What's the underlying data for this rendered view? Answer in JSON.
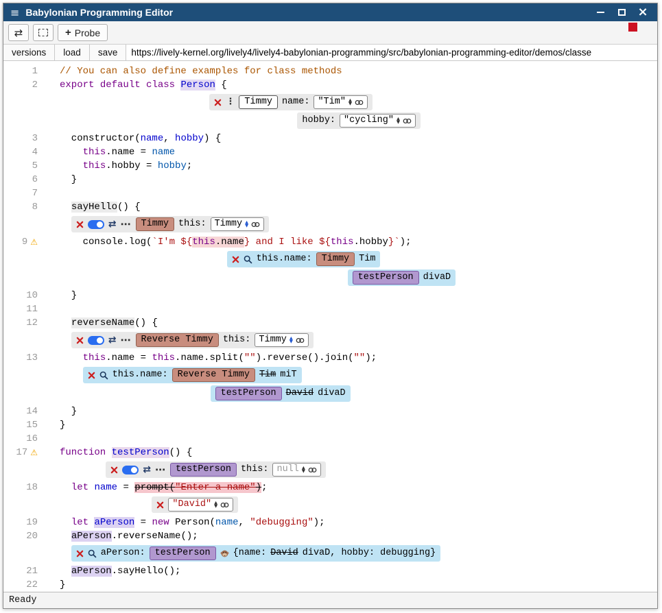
{
  "window": {
    "title": "Babylonian Programming Editor"
  },
  "icons": {
    "menu": "≡",
    "close": "×",
    "swap": "⇄",
    "plus": "+",
    "dots_v": "⋮",
    "dots_h": "⋯",
    "up": "▲",
    "down": "▼",
    "warning": "⚠"
  },
  "colors": {
    "titlebar": "#1e4e79",
    "probe_background": "#bfe3f4",
    "example_background": "#e9e9e9",
    "badge_rose": "#c88d7e",
    "badge_purple": "#b198cf",
    "warning": "#f0a500",
    "delete_red": "#cc2020",
    "modified_indicator": "#cc1122",
    "syntax_comment": "#aa5500",
    "syntax_keyword": "#770088",
    "syntax_string": "#aa1111",
    "syntax_def": "#0000cc",
    "syntax_variable": "#0055aa"
  },
  "toolbar": {
    "probe_label": "Probe"
  },
  "navbar": {
    "buttons": [
      "versions",
      "load",
      "save"
    ],
    "url": "https://lively-kernel.org/lively4/lively4-babylonian-programming/src/babylonian-programming-editor/demos/classe"
  },
  "statusbar": {
    "text": "Ready"
  },
  "editor": {
    "rows": [
      {
        "num": "1",
        "tokens": [
          [
            "c",
            "// You can also define examples for class methods"
          ]
        ]
      },
      {
        "num": "2",
        "tokens": [
          [
            "k",
            "export"
          ],
          [
            "t",
            " "
          ],
          [
            "k",
            "default"
          ],
          [
            "t",
            " "
          ],
          [
            "k",
            "class"
          ],
          [
            "t",
            " "
          ],
          [
            "d hlP",
            "Person"
          ],
          [
            "t",
            " {"
          ]
        ]
      },
      {
        "widget": "example_person"
      },
      {
        "num": "3",
        "tokens": [
          [
            "t",
            "  constructor("
          ],
          [
            "d",
            "name"
          ],
          [
            "t",
            ", "
          ],
          [
            "d",
            "hobby"
          ],
          [
            "t",
            ") {"
          ]
        ]
      },
      {
        "num": "4",
        "tokens": [
          [
            "t",
            "    "
          ],
          [
            "k",
            "this"
          ],
          [
            "t",
            ".name = "
          ],
          [
            "v",
            "name"
          ]
        ]
      },
      {
        "num": "5",
        "tokens": [
          [
            "t",
            "    "
          ],
          [
            "k",
            "this"
          ],
          [
            "t",
            ".hobby = "
          ],
          [
            "v",
            "hobby"
          ],
          [
            "t",
            ";"
          ]
        ]
      },
      {
        "num": "6",
        "tokens": [
          [
            "t",
            "  }"
          ]
        ]
      },
      {
        "num": "7",
        "tokens": []
      },
      {
        "num": "8",
        "tokens": [
          [
            "t",
            "  "
          ],
          [
            "t hlG",
            "sayHello"
          ],
          [
            "t",
            "() {"
          ]
        ]
      },
      {
        "widget": "instance_sayhello"
      },
      {
        "num": "9",
        "warn": true,
        "tokens": [
          [
            "t",
            "    console.log("
          ],
          [
            "s",
            "`I'm ${"
          ],
          [
            "k hlR",
            "this"
          ],
          [
            "t hlR",
            ".name"
          ],
          [
            "s",
            "} and I like ${"
          ],
          [
            "k",
            "this"
          ],
          [
            "t",
            ".hobby"
          ],
          [
            "s",
            "}`"
          ],
          [
            "t",
            ");"
          ]
        ]
      },
      {
        "widget": "probe_sayhello"
      },
      {
        "num": "10",
        "tokens": [
          [
            "t",
            "  }"
          ]
        ]
      },
      {
        "num": "11",
        "tokens": []
      },
      {
        "num": "12",
        "tokens": [
          [
            "t",
            "  "
          ],
          [
            "t hlG",
            "reverseName"
          ],
          [
            "t",
            "() {"
          ]
        ]
      },
      {
        "widget": "instance_reverse"
      },
      {
        "num": "13",
        "tokens": [
          [
            "t",
            "    "
          ],
          [
            "k",
            "this"
          ],
          [
            "t",
            ".name = "
          ],
          [
            "k",
            "this"
          ],
          [
            "t",
            ".name.split("
          ],
          [
            "s",
            "\"\""
          ],
          [
            "t",
            ").reverse().join("
          ],
          [
            "s",
            "\"\""
          ],
          [
            "t",
            ");"
          ]
        ]
      },
      {
        "widget": "probe_reverse"
      },
      {
        "num": "14",
        "tokens": [
          [
            "t",
            "  }"
          ]
        ]
      },
      {
        "num": "15",
        "tokens": [
          [
            "t",
            "}"
          ]
        ]
      },
      {
        "num": "16",
        "tokens": []
      },
      {
        "num": "17",
        "warn": true,
        "tokens": [
          [
            "k",
            "function"
          ],
          [
            "t",
            " "
          ],
          [
            "d hlT",
            "testPerson"
          ],
          [
            "t",
            "() {"
          ]
        ]
      },
      {
        "widget": "instance_testperson"
      },
      {
        "num": "18",
        "tokens": [
          [
            "t",
            "  "
          ],
          [
            "k",
            "let"
          ],
          [
            "t",
            " "
          ],
          [
            "d",
            "name"
          ],
          [
            "t",
            " = "
          ],
          [
            "t strike",
            "prompt("
          ],
          [
            "s strike",
            "\"Enter a name\""
          ],
          [
            "t strike",
            ")"
          ],
          [
            "t",
            ";"
          ]
        ]
      },
      {
        "widget": "replacement_david"
      },
      {
        "num": "19",
        "tokens": [
          [
            "t",
            "  "
          ],
          [
            "k",
            "let"
          ],
          [
            "t",
            " "
          ],
          [
            "d hlA",
            "aPerson"
          ],
          [
            "t",
            " = "
          ],
          [
            "k",
            "new"
          ],
          [
            "t",
            " Person("
          ],
          [
            "v",
            "name"
          ],
          [
            "t",
            ", "
          ],
          [
            "s",
            "\"debugging\""
          ],
          [
            "t",
            ");"
          ]
        ]
      },
      {
        "num": "20",
        "tokens": [
          [
            "t",
            "  "
          ],
          [
            "t hlA",
            "aPerson"
          ],
          [
            "t",
            ".reverseName();"
          ]
        ]
      },
      {
        "widget": "probe_aperson"
      },
      {
        "num": "21",
        "tokens": [
          [
            "t",
            "  "
          ],
          [
            "t hlA",
            "aPerson"
          ],
          [
            "t",
            ".sayHello();"
          ]
        ]
      },
      {
        "num": "22",
        "tokens": [
          [
            "t",
            "}"
          ]
        ]
      }
    ],
    "widgets": {
      "example_person": {
        "kind": "example",
        "name": "Timmy",
        "rows": [
          {
            "label": "name:",
            "value": "\"Tim\""
          },
          {
            "label": "hobby:",
            "value": "\"cycling\""
          }
        ]
      },
      "instance_sayhello": {
        "kind": "instance",
        "badge": "Timmy",
        "badge_style": "rose",
        "this_label": "this:",
        "value": "Timmy"
      },
      "probe_sayhello": {
        "kind": "probe",
        "label": "this.name:",
        "rows": [
          {
            "badge": "Timmy",
            "badge_style": "rose",
            "values": [
              {
                "t": "Tim"
              }
            ]
          },
          {
            "badge": "testPerson",
            "badge_style": "purple",
            "values": [
              {
                "t": "divaD"
              }
            ]
          }
        ]
      },
      "instance_reverse": {
        "kind": "instance",
        "badge": "Reverse Timmy",
        "badge_style": "rose",
        "this_label": "this:",
        "value": "Timmy"
      },
      "probe_reverse": {
        "kind": "probe",
        "label": "this.name:",
        "rows": [
          {
            "badge": "Reverse Timmy",
            "badge_style": "rose",
            "values": [
              {
                "t": "Tim",
                "strike": true
              },
              {
                "t": "miT"
              }
            ]
          },
          {
            "badge": "testPerson",
            "badge_style": "purple",
            "values": [
              {
                "t": "David",
                "strike": true
              },
              {
                "t": "divaD"
              }
            ]
          }
        ]
      },
      "instance_testperson": {
        "kind": "instance",
        "badge": "testPerson",
        "badge_style": "purple",
        "this_label": "this:",
        "value": "null",
        "null_value": true
      },
      "replacement_david": {
        "kind": "replacement",
        "value": "\"David\""
      },
      "probe_aperson": {
        "kind": "probe",
        "label": "aPerson:",
        "rows": [
          {
            "badge": "testPerson",
            "badge_style": "purple",
            "monkey": true,
            "values": [
              {
                "t": "{name:"
              },
              {
                "t": "David",
                "strike": true
              },
              {
                "t": "divaD, hobby: debugging}"
              }
            ]
          }
        ]
      }
    }
  }
}
